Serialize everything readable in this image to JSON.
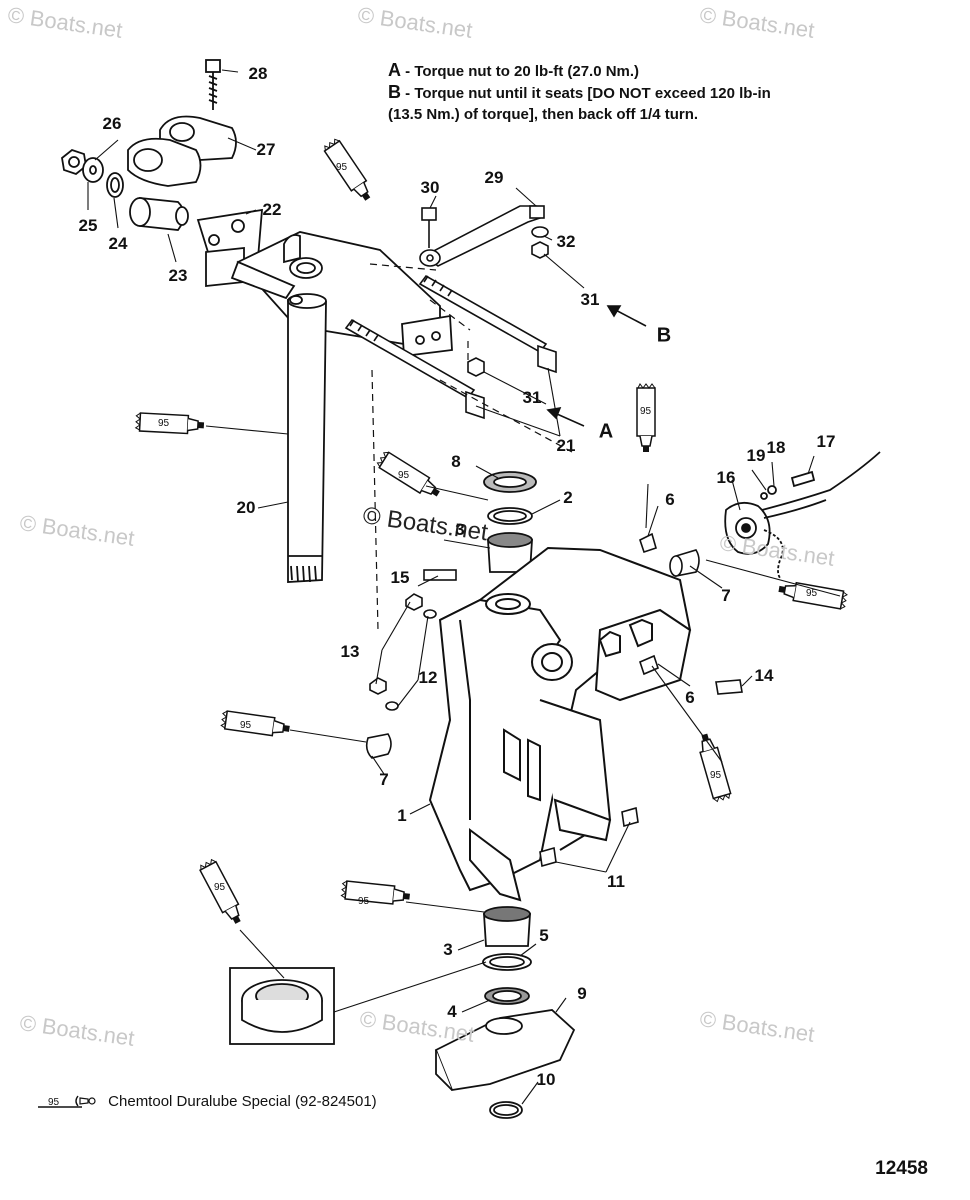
{
  "watermarks": {
    "text": "© Boats.net",
    "center_text": "© Boats.net"
  },
  "notes": {
    "a_letter": "A",
    "a_text": " - Torque nut to 20 lb-ft (27.0 Nm.)",
    "b_letter": "B",
    "b_text": " - Torque nut until it seats [DO NOT exceed 120 lb-in",
    "b_text_cont": "(13.5 Nm.) of torque], then back off 1/4 turn."
  },
  "callouts": {
    "n1": "1",
    "n2": "2",
    "n3_upper": "3",
    "n3_lower": "3",
    "n4": "4",
    "n5": "5",
    "n6_upper": "6",
    "n6_lower": "6",
    "n7_right": "7",
    "n7_left": "7",
    "n8": "8",
    "n9": "9",
    "n10": "10",
    "n11": "11",
    "n12": "12",
    "n13": "13",
    "n14": "14",
    "n15": "15",
    "n16": "16",
    "n17": "17",
    "n18": "18",
    "n19": "19",
    "n20": "20",
    "n21": "21",
    "n22": "22",
    "n23": "23",
    "n24": "24",
    "n25": "25",
    "n26": "26",
    "n27": "27",
    "n28": "28",
    "n29": "29",
    "n30": "30",
    "n31_upper": "31",
    "n31_lower": "31",
    "n32": "32"
  },
  "torque_marks": {
    "a": "A",
    "b": "B"
  },
  "lubricant": {
    "code": "95",
    "legend_text": "Chemtool Duralube Special (92-824501)"
  },
  "figure_number": "12458"
}
